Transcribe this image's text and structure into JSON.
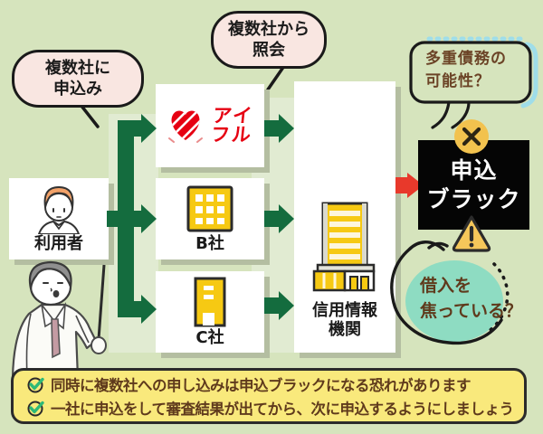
{
  "colors": {
    "background": "#d6e4bd",
    "connector_band": "#e1ebd2",
    "arrow_green": "#146c3e",
    "arrow_red": "#e8392b",
    "bubble_pink": "#f9e6e1",
    "bubble_teal": "#8edcc2",
    "accent_cyan": "#9fdde9",
    "result_black": "#050505",
    "result_text": "#ffffff",
    "brand_red": "#e60012",
    "building_yellow": "#f6c913",
    "note_yellow": "#f9e97c",
    "text_brown": "#5f3a1c",
    "icon_yellow": "#f2c24e",
    "check_green": "#2db977",
    "box_shadow": "#b4bea1"
  },
  "bubbles": {
    "apply": {
      "line1": "複数社に",
      "line2": "申込み"
    },
    "inquiry": {
      "line1": "複数社から",
      "line2": "照会"
    },
    "debt": {
      "line1": "多重債務の",
      "line2": "可能性？"
    },
    "rush": {
      "line1": "借入を",
      "line2": "焦っている？"
    }
  },
  "nodes": {
    "user": {
      "label": "利用者"
    },
    "aiful": {
      "name": "アイフル",
      "logo_line1": "アイ",
      "logo_line2": "フル"
    },
    "company_b": {
      "label": "B社"
    },
    "company_c": {
      "label": "C社"
    },
    "agency": {
      "line1": "信用情報",
      "line2": "機関"
    },
    "result": {
      "line1": "申込",
      "line2": "ブラック"
    }
  },
  "icons": {
    "cross_circle": "batsu-circle",
    "warning_triangle": "warning",
    "check_circle": "check"
  },
  "notes": {
    "items": [
      {
        "text": "同時に複数社への申し込みは申込ブラックになる恐れがあります"
      },
      {
        "text": "一社に申込をして審査結果が出てから、次に申込するようにしましょう"
      }
    ]
  }
}
